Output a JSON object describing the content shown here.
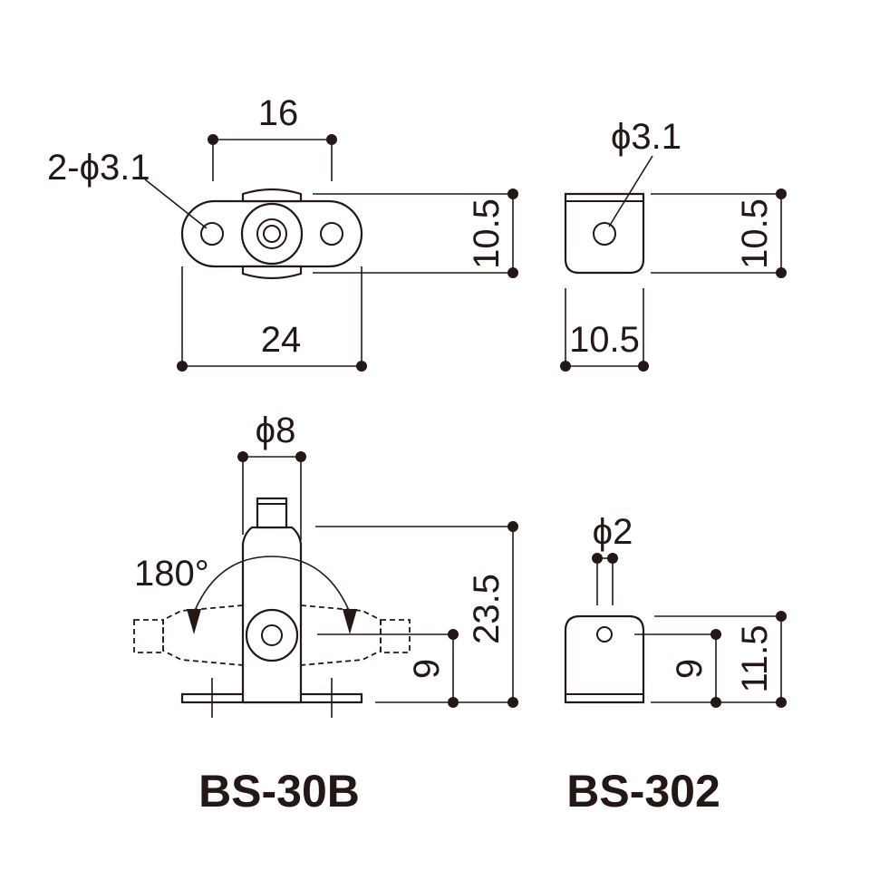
{
  "ink_color": "#231815",
  "background": "#ffffff",
  "models": {
    "left": "BS-30B",
    "right": "BS-302"
  },
  "dimensions": {
    "bs30b_top": {
      "hole_spacing": "16",
      "holes": "2-ϕ3.1",
      "height": "10.5",
      "width": "24"
    },
    "bs302_top": {
      "hole": "ϕ3.1",
      "height": "10.5",
      "width": "10.5"
    },
    "bs30b_side": {
      "diameter": "ϕ8",
      "rotation": "180°",
      "total_height": "23.5",
      "axis_height": "9"
    },
    "bs302_side": {
      "pin_diameter": "ϕ2",
      "axis_height": "9",
      "total_height": "11.5"
    }
  }
}
